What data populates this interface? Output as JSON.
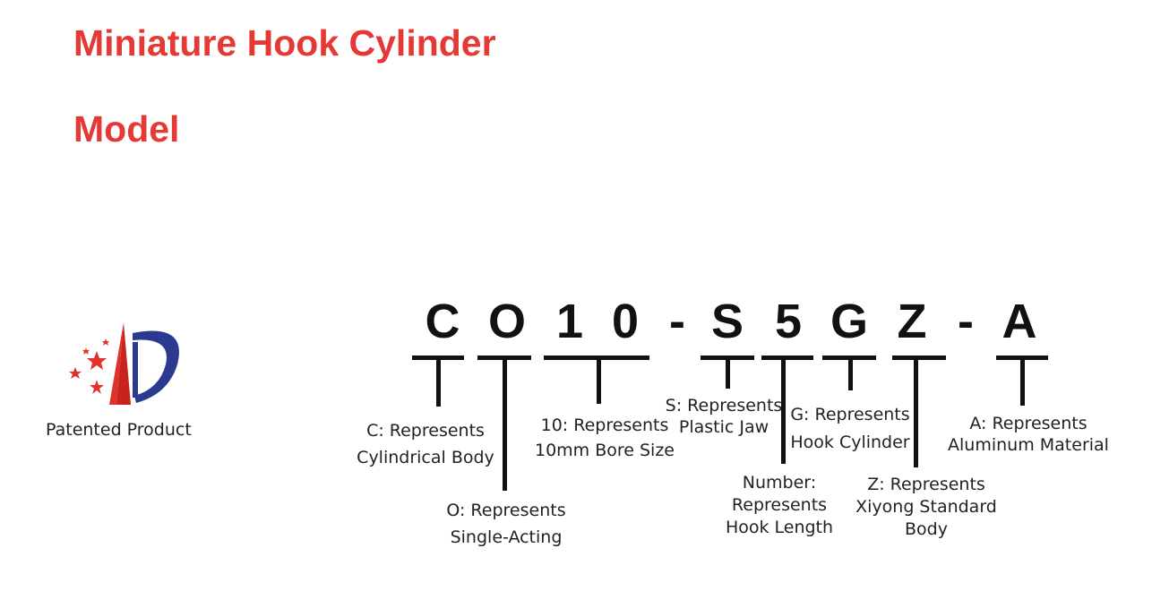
{
  "title": {
    "line1": "Miniature Hook Cylinder",
    "line2": "Model"
  },
  "logo": {
    "label": "Patented Product",
    "icon": "patent-logo-icon"
  },
  "model_code": [
    "C",
    "O",
    "1",
    "0",
    "-",
    "S",
    "5",
    "G",
    "Z",
    "-",
    "A"
  ],
  "segments": [
    {
      "code": "C",
      "lines": [
        "C: Represents",
        "Cylindrical Body"
      ]
    },
    {
      "code": "O",
      "lines": [
        "O: Represents",
        "Single-Acting"
      ]
    },
    {
      "code": "10",
      "lines": [
        "10: Represents",
        "10mm Bore Size"
      ]
    },
    {
      "code": "S",
      "lines": [
        "S: Represents",
        "Plastic Jaw"
      ]
    },
    {
      "code": "5",
      "lines": [
        "Number:",
        "Represents",
        "Hook Length"
      ]
    },
    {
      "code": "G",
      "lines": [
        "G: Represents",
        "Hook Cylinder"
      ]
    },
    {
      "code": "Z",
      "lines": [
        "Z: Represents",
        "Xiyong Standard",
        "Body"
      ]
    },
    {
      "code": "A",
      "lines": [
        "A: Represents",
        "Aluminum Material"
      ]
    }
  ],
  "colors": {
    "title": "#e53935",
    "logo_red": "#e0312b",
    "logo_blue": "#2b3a8f",
    "line": "#111111"
  }
}
